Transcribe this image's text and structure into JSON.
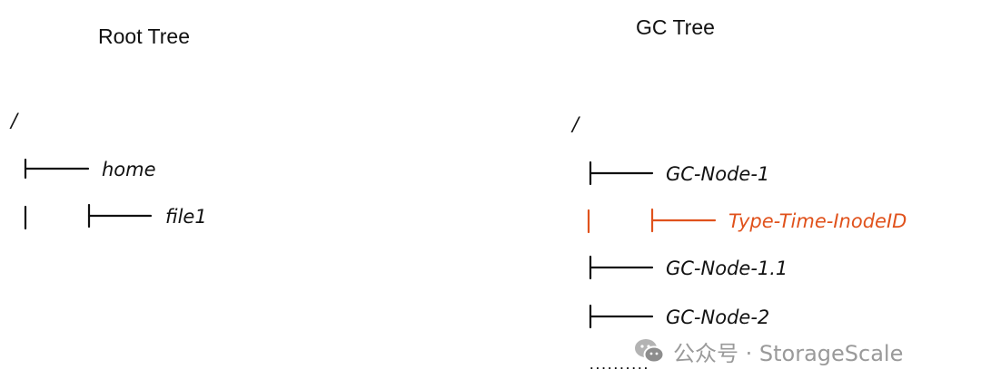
{
  "root_tree": {
    "title": "Root Tree",
    "root": "/",
    "nodes": [
      "home",
      "file1"
    ]
  },
  "gc_tree": {
    "title": "GC Tree",
    "root": "/",
    "nodes": [
      "GC-Node-1",
      "Type-Time-InodeID",
      "GC-Node-1.1",
      "GC-Node-2"
    ],
    "ellipsis": "..........",
    "highlight_color": "#e0521c"
  },
  "watermark": {
    "icon": "wechat-icon",
    "text": "公众号 · StorageScale"
  },
  "colors": {
    "ink": "#111111",
    "highlight": "#e0521c",
    "watermark": "#9a9a9a"
  }
}
